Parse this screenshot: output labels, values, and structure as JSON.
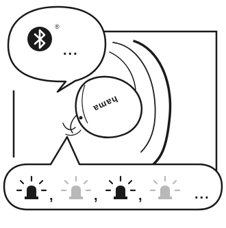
{
  "top_bubble": {
    "icon": "bluetooth-icon",
    "registered_mark": "®",
    "ellipsis": "..."
  },
  "earbud": {
    "brand": "hama"
  },
  "bottom_bubble": {
    "sequence": [
      {
        "icon": "blinking-light-icon",
        "state": "on",
        "color": "#1a1a1a"
      },
      {
        "icon": "blinking-light-icon",
        "state": "off",
        "color": "#b8b8b8"
      },
      {
        "icon": "blinking-light-icon",
        "state": "on",
        "color": "#1a1a1a"
      },
      {
        "icon": "blinking-light-icon",
        "state": "off",
        "color": "#b8b8b8"
      }
    ],
    "separator": ",",
    "ellipsis": "..."
  },
  "colors": {
    "line": "#1a1a1a",
    "inactive": "#b8b8b8"
  }
}
